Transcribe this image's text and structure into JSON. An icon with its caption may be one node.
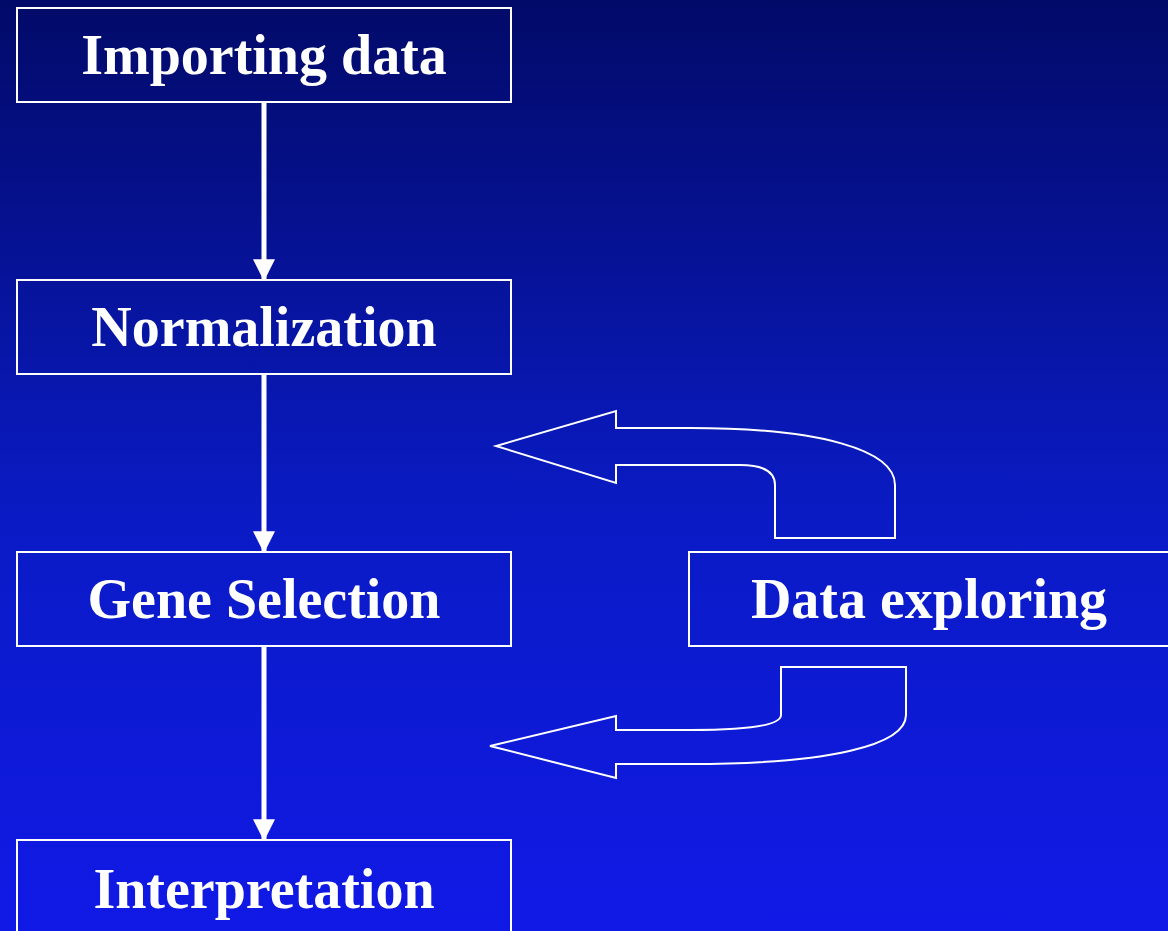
{
  "diagram": {
    "nodes": [
      {
        "text": [
          "Importing data"
        ]
      },
      {
        "text": [
          "Normalization"
        ]
      },
      {
        "text": [
          "Gene Selection"
        ]
      },
      {
        "text": [
          "Data exploring"
        ]
      },
      {
        "text": [
          "Interpretation"
        ]
      }
    ],
    "edges": [
      {
        "from": 0,
        "to": 1,
        "arrow": "to"
      },
      {
        "from": 1,
        "to": 2,
        "arrow": "to"
      },
      {
        "from": 2,
        "to": 4,
        "arrow": "to"
      },
      {
        "from": 3,
        "to": null,
        "arrow": "to",
        "style": "thick"
      },
      {
        "from": 3,
        "to": null,
        "arrow": "to",
        "style": "thick"
      }
    ]
  }
}
